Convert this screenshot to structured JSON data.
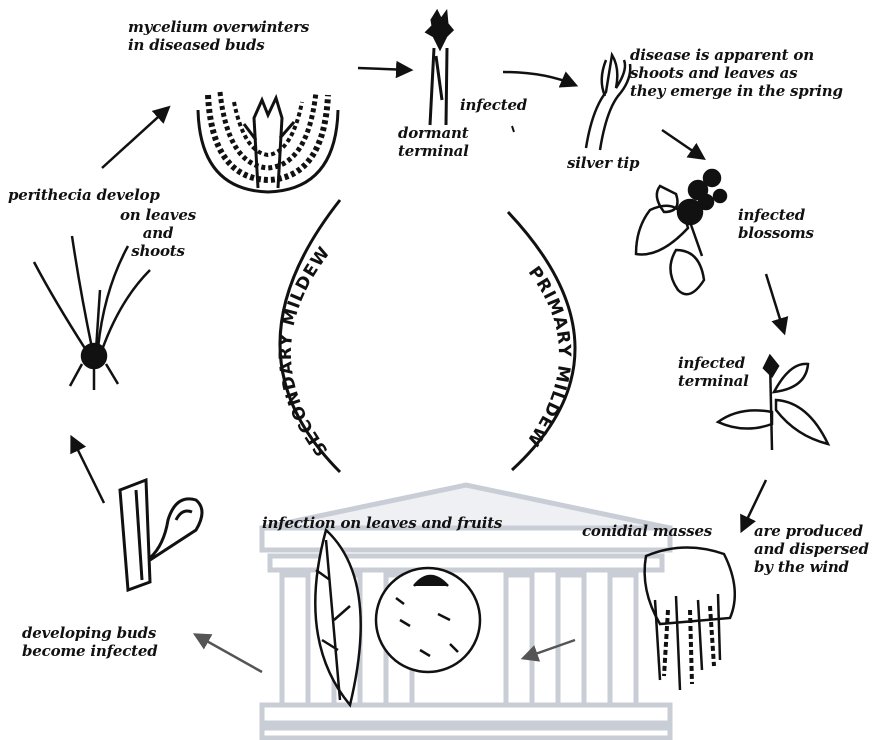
{
  "cycle_labels": {
    "mycelium": "mycelium overwinters\nin diseased buds",
    "infected_stem": "infected",
    "dormant_terminal": "dormant\nterminal",
    "disease_apparent": "disease is apparent on\nshoots and leaves as\nthey emerge in the spring",
    "silver_tip": "silver tip",
    "infected_blossoms": "infected\nblossoms",
    "infected_terminal": "infected\nterminal",
    "conidial_masses": "conidial masses",
    "produced_dispersed": "are produced\nand dispersed\nby the wind",
    "infection_leaves_fruits": "infection on leaves and fruits",
    "developing_buds": "developing buds\nbecome infected",
    "perithecia": "perithecia develop",
    "on_leaves_shoots": "on leaves\nand\nshoots"
  },
  "arc_labels": {
    "primary": "PRIMARY MILDEW",
    "secondary": "SECONDARY MILDEW"
  },
  "colors": {
    "ink": "#111111",
    "watermark": "#c9ced6",
    "faint_arrow": "#555555"
  }
}
